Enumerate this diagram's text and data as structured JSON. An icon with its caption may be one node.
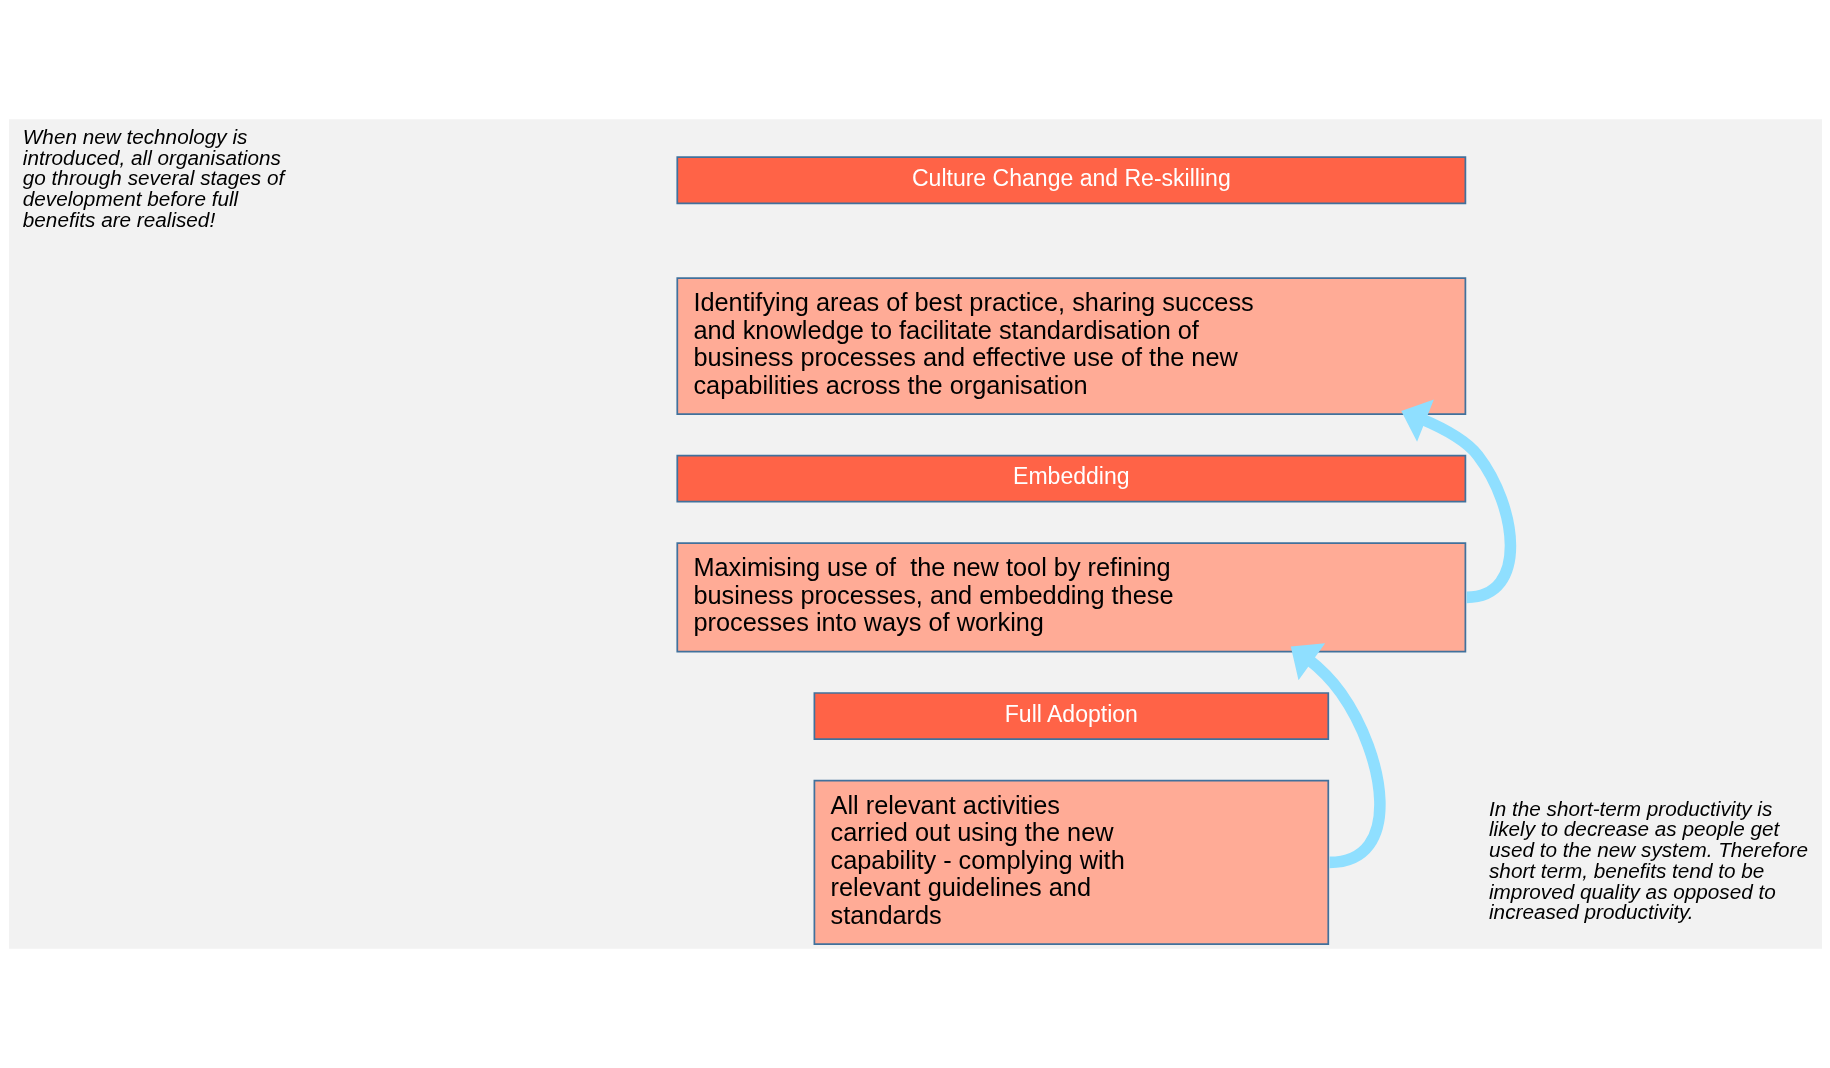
{
  "diagram": {
    "nodes": [
      {
        "text": [
          "Culture Change and Re-skilling"
        ]
      },
      {
        "text": [
          "Identifying areas of best practice, sharing success and knowledge to facilitate standardisation of business processes and effective use of the new capabilities across the organisation"
        ]
      },
      {
        "text": [
          "Embedding"
        ]
      },
      {
        "text": [
          "Maximising use of  the new tool by refining business processes, and embedding these processes into ways of working"
        ]
      },
      {
        "text": [
          "Full Adoption"
        ]
      },
      {
        "text": [
          "All relevant activities carried out using the new capability - complying with relevant guidelines and standards"
        ]
      }
    ],
    "edges": [
      {
        "from": 5,
        "to": 3,
        "arrow": "to"
      },
      {
        "from": 3,
        "to": 1,
        "arrow": "to"
      }
    ],
    "labels": [
      "When new technology is introduced, all organisations go through several stages of development before full benefits are realised!",
      "In the short-term productivity is likely to decrease as people get used to the new system. Therefore short term, benefits tend to be improved quality as opposed to increased productivity."
    ]
  }
}
